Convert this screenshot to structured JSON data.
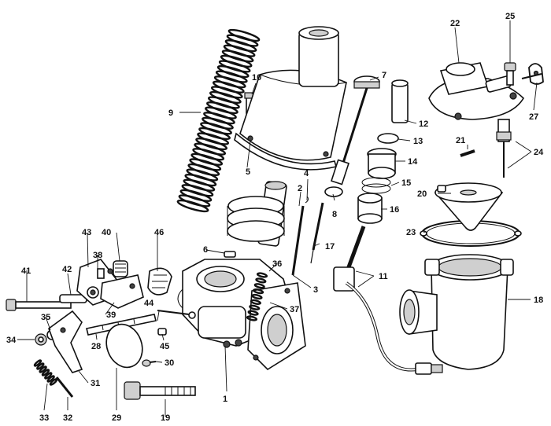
{
  "diagram": {
    "callouts": [
      "1",
      "2",
      "3",
      "4",
      "5",
      "6",
      "7",
      "8",
      "9",
      "10",
      "11",
      "12",
      "13",
      "14",
      "15",
      "16",
      "17",
      "18",
      "19",
      "20",
      "21",
      "22",
      "23",
      "24",
      "25",
      "27",
      "28",
      "29",
      "30",
      "31",
      "32",
      "33",
      "34",
      "35",
      "36",
      "37",
      "38",
      "39",
      "40",
      "41",
      "42",
      "43",
      "44",
      "45",
      "46"
    ]
  }
}
